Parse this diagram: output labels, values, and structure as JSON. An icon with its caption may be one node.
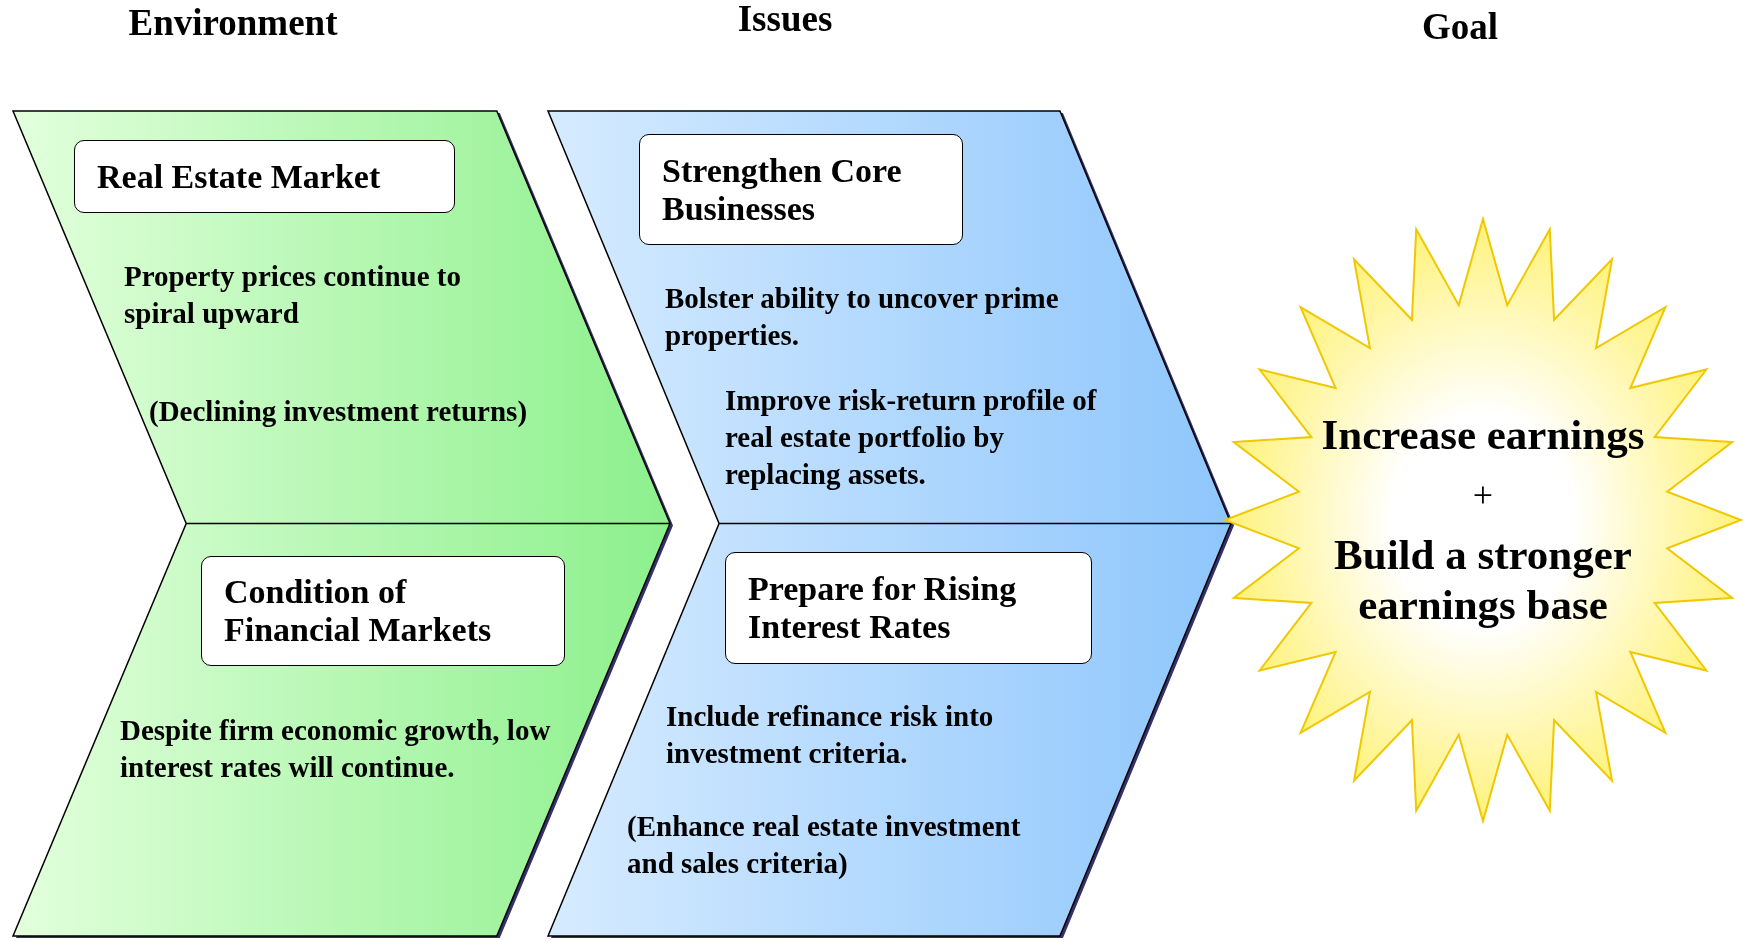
{
  "diagram": {
    "nodes": [
      {
        "text": [],
        "shape": "chevron"
      },
      {
        "text": [
          "Real Estate Market"
        ],
        "in": 0
      },
      {
        "text": [
          "Condition of Financial Markets"
        ],
        "in": 0
      },
      {
        "text": [],
        "shape": "chevron"
      },
      {
        "text": [
          "Strengthen Core Businesses"
        ],
        "in": 3
      },
      {
        "text": [
          "Prepare for Rising Interest Rates"
        ],
        "in": 3
      },
      {
        "text": [
          "Increase earnings",
          "+",
          "Build a stronger earnings base"
        ]
      }
    ],
    "edges": [],
    "labels": [
      "Environment",
      "Issues",
      "Goal",
      "Property prices continue to spiral upward",
      "(Declining investment returns)",
      "Bolster ability to uncover prime properties.",
      "Improve risk-return profile of real estate portfolio by replacing assets.",
      "Despite firm economic growth, low interest rates will continue.",
      "Include refinance risk into investment criteria.",
      "(Enhance real estate investment and sales criteria)"
    ]
  }
}
